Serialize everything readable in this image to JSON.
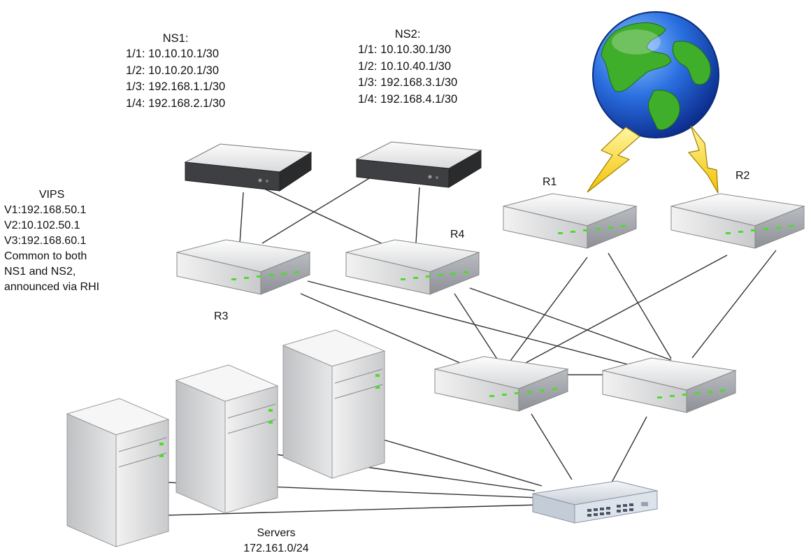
{
  "ns1": {
    "title": "NS1:",
    "interfaces": [
      "1/1: 10.10.10.1/30",
      "1/2: 10.10.20.1/30",
      "1/3: 192.168.1.1/30",
      "1/4: 192.168.2.1/30"
    ]
  },
  "ns2": {
    "title": "NS2:",
    "interfaces": [
      "1/1: 10.10.30.1/30",
      "1/2: 10.10.40.1/30",
      "1/3: 192.168.3.1/30",
      "1/4: 192.168.4.1/30"
    ]
  },
  "vips": {
    "title": "VIPS",
    "lines": [
      "V1:192.168.50.1",
      "V2:10.102.50.1",
      "V3:192.168.60.1",
      "Common to both",
      "NS1 and NS2,",
      "announced via RHI"
    ]
  },
  "routers": {
    "r1": "R1",
    "r2": "R2",
    "r3": "R3",
    "r4": "R4"
  },
  "servers": {
    "label": "Servers",
    "subnet": "172.161.0/24"
  },
  "colors": {
    "led": "#4ddc2a",
    "bolt": "#f5e23a",
    "ocean": "#1f5fd8",
    "land": "#3fae2a"
  },
  "icons": [
    "globe-icon",
    "lightning-icon",
    "router-icon",
    "appliance-icon",
    "server-icon",
    "switch-icon"
  ]
}
